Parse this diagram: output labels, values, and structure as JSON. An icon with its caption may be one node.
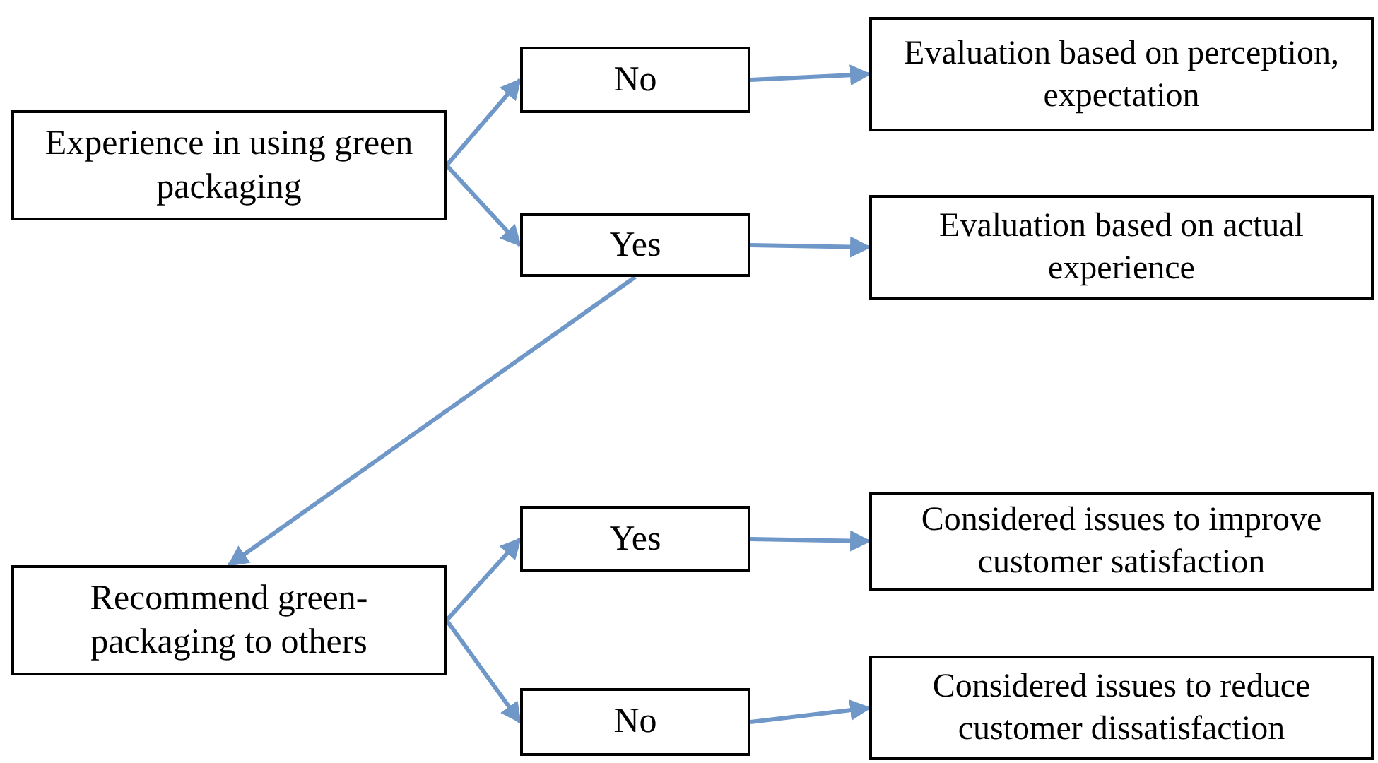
{
  "diagram": {
    "nodes": [
      {
        "text": [
          "Experience in using green packaging"
        ]
      },
      {
        "text": [
          "No"
        ]
      },
      {
        "text": [
          "Yes"
        ]
      },
      {
        "text": [
          "Evaluation based on perception, expectation"
        ]
      },
      {
        "text": [
          "Evaluation based on actual experience"
        ]
      },
      {
        "text": [
          "Recommend green-packaging to others"
        ]
      },
      {
        "text": [
          "Yes"
        ]
      },
      {
        "text": [
          "No"
        ]
      },
      {
        "text": [
          "Considered issues to improve customer satisfaction"
        ]
      },
      {
        "text": [
          "Considered issues to reduce customer dissatisfaction"
        ]
      }
    ],
    "edges": [
      {
        "from": 0,
        "to": 1,
        "arrow": "to"
      },
      {
        "from": 0,
        "to": 2,
        "arrow": "to"
      },
      {
        "from": 1,
        "to": 3,
        "arrow": "to"
      },
      {
        "from": 2,
        "to": 4,
        "arrow": "to"
      },
      {
        "from": 2,
        "to": 5,
        "arrow": "to"
      },
      {
        "from": 5,
        "to": 6,
        "arrow": "to"
      },
      {
        "from": 5,
        "to": 7,
        "arrow": "to"
      },
      {
        "from": 6,
        "to": 8,
        "arrow": "to"
      },
      {
        "from": 7,
        "to": 9,
        "arrow": "to"
      }
    ]
  }
}
